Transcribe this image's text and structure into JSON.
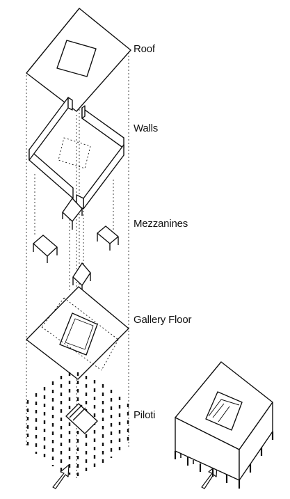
{
  "diagram": {
    "labels": {
      "roof": "Roof",
      "walls": "Walls",
      "mezzanines": "Mezzanines",
      "gallery_floor": "Gallery Floor",
      "piloti": "Piloti"
    }
  }
}
